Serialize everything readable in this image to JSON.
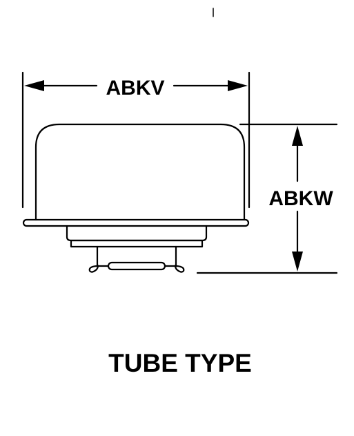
{
  "dimensions": {
    "width_label": "ABKV",
    "height_label": "ABKW"
  },
  "caption": "TUBE TYPE",
  "colors": {
    "ink": "#000000",
    "background": "#ffffff"
  }
}
